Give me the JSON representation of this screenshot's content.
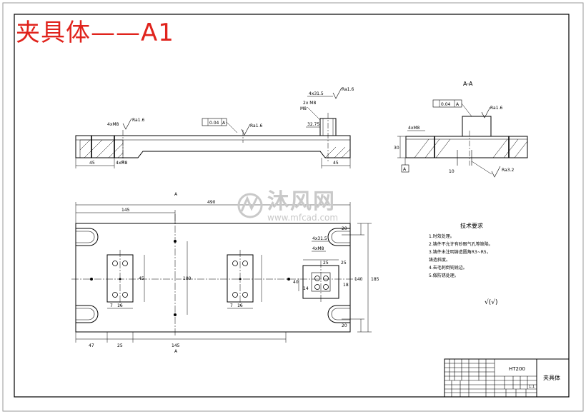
{
  "title_text": "夹具体——A1",
  "watermark": {
    "brand": "沐风网",
    "url": "www.mfcad.com"
  },
  "colors": {
    "title": "#e0231c",
    "line": "#000000",
    "center_line": "#000000",
    "hatch": "#000000",
    "watermark": "#c9c9c9"
  },
  "section_view": {
    "label": "A-A",
    "roughness": "Ra1.6",
    "roughness_bottom": "Ra3.2",
    "flatness": "0.04",
    "datum": "A",
    "dim_height": "30",
    "dim_holes": "4xM8",
    "dim_bottom": "10"
  },
  "front_view": {
    "roughness_left": "Ra1.6",
    "roughness_right": "Ra1.6",
    "roughness_mid": "Ra1.6",
    "flatness": "0.04",
    "datum": "A",
    "dim_left": "45",
    "dim_right": "45",
    "dim_holes": "4xM8",
    "dim_small": "2x M8",
    "dim_depth": "4x31.5",
    "dim_thread": "M8",
    "dim_height": "32.75"
  },
  "plan_view": {
    "section_mark_top": "A",
    "section_mark_bottom": "A",
    "dim_overall": "490",
    "dim_145": "145",
    "dim_47": "47",
    "dim_25": "25",
    "dim_145b": "145",
    "dim_right_total": "185",
    "dim_right_20": "20",
    "dim_right_b20": "20",
    "dim_hole": "4x31.5",
    "dim_m8": "4xM8",
    "dim_25a": "25",
    "dim_25b": "25",
    "dim_14": "14",
    "dim_40": "40",
    "dim_18": "18",
    "dim_7": "7",
    "dim_16": "16",
    "dim_16b": "16",
    "dim_7b": "7",
    "dim_100": "100",
    "dim_140": "140",
    "dim_45": "45"
  },
  "tech": {
    "heading": "技术要求",
    "items": [
      "1.时效处理。",
      "2.铸件不允许有砂眼气孔等缺陷。",
      "3.铸件未注明铸造圆角R3~R5，",
      "   铸造斜度。",
      "4.去毛刺倒钝锐边。",
      "5.做防锈处理。"
    ],
    "rough_symbol": "√(√)"
  },
  "title_block": {
    "part_name": "夹具体",
    "material": "HT200",
    "scale": "1:1"
  }
}
